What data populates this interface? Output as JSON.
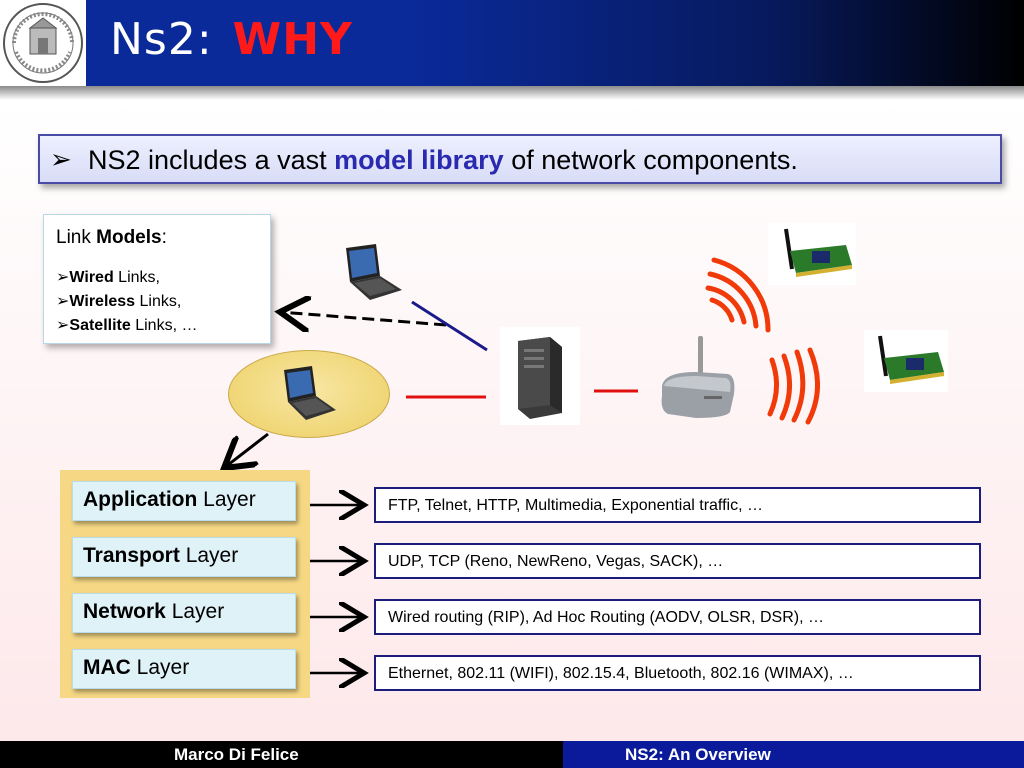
{
  "header": {
    "title": "Ns2:",
    "title_accent": "WHY"
  },
  "bullet": {
    "prefix": "NS2 includes a vast ",
    "keyword": "model library",
    "suffix": " of network components."
  },
  "link_models": {
    "title_plain": "Link ",
    "title_bold": "Models",
    "title_colon": ":",
    "items": [
      {
        "bold": "Wired",
        "rest": " Links,"
      },
      {
        "bold": "Wireless",
        "rest": " Links,"
      },
      {
        "bold": "Satellite",
        "rest": " Links, …"
      }
    ]
  },
  "layers": [
    {
      "bold": "Application",
      "rest": " Layer",
      "protocols": "FTP, Telnet, HTTP, Multimedia, Exponential traffic, …"
    },
    {
      "bold": "Transport",
      "rest": " Layer",
      "protocols": "UDP, TCP (Reno, NewReno, Vegas, SACK), …"
    },
    {
      "bold": "Network",
      "rest": " Layer",
      "protocols": "Wired routing (RIP), Ad Hoc Routing (AODV, OLSR, DSR), …"
    },
    {
      "bold": "MAC",
      "rest": " Layer",
      "protocols": "Ethernet, 802.11 (WIFI), 802.15.4, Bluetooth, 802.16 (WIMAX), …"
    }
  ],
  "footer": {
    "author": "Marco Di Felice",
    "topic": "NS2: An Overview"
  },
  "colors": {
    "header_blue": "#0a2a9a",
    "accent_red": "#ff1a1a",
    "keyword_blue": "#2a2ab0",
    "footer_blue": "#0a1a9a",
    "signal_red": "#f03a0a"
  },
  "icons": [
    "university-seal-logo",
    "laptop-icon",
    "server-tower-icon",
    "wifi-router-icon",
    "wireless-card-icon",
    "signal-waves-icon"
  ]
}
